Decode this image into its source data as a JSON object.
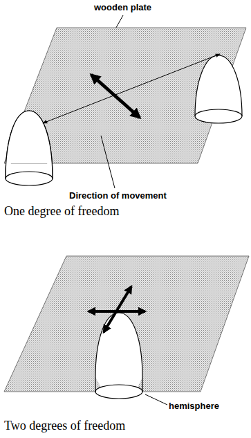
{
  "diagram": {
    "labels": [
      "wooden plate",
      "Direction of movement",
      "One degree of freedom",
      "hemisphere",
      "Two degrees of freedom"
    ]
  }
}
